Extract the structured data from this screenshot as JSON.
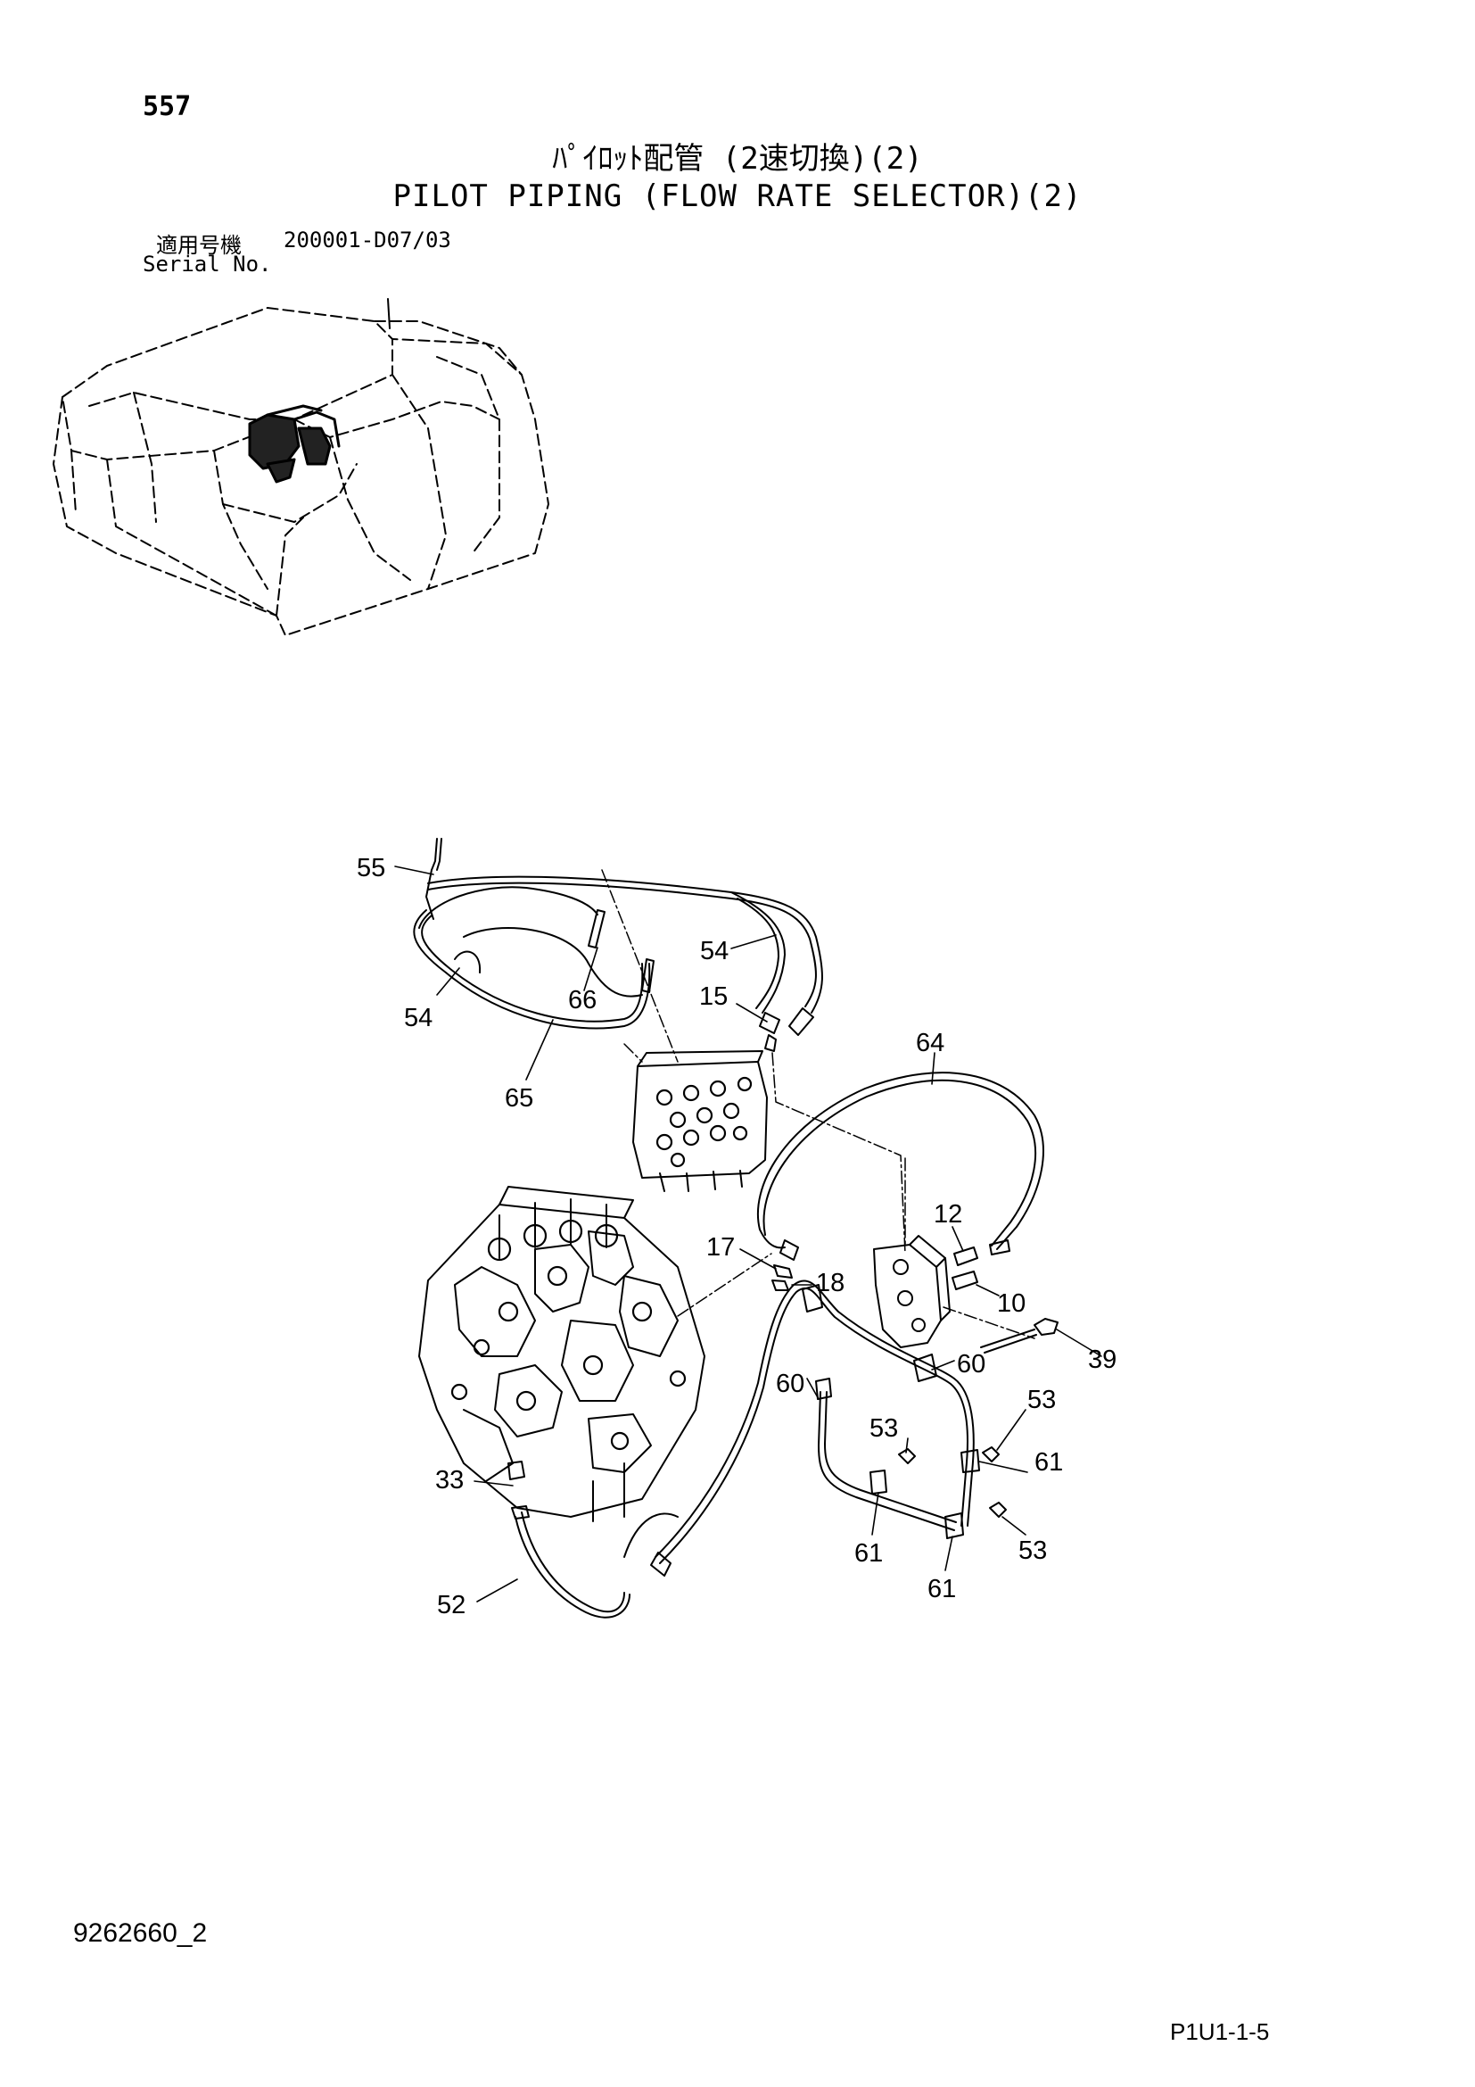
{
  "header": {
    "page_number": "557",
    "title_jp": "ﾊﾟｲﾛｯﾄ配管 (2速切換)(2)",
    "title_en": "PILOT PIPING (FLOW RATE SELECTOR)(2)",
    "serial_label_jp": "適用号機",
    "serial_label_en": "Serial No.",
    "serial_value": "200001-D07/03"
  },
  "callouts": {
    "c55": "55",
    "c54a": "54",
    "c54b": "54",
    "c66": "66",
    "c15": "15",
    "c65": "65",
    "c64": "64",
    "c12": "12",
    "c17": "17",
    "c18": "18",
    "c10": "10",
    "c39": "39",
    "c60a": "60",
    "c60b": "60",
    "c53a": "53",
    "c53b": "53",
    "c53c": "53",
    "c61a": "61",
    "c61b": "61",
    "c61c": "61",
    "c33": "33",
    "c52": "52"
  },
  "footer": {
    "doc_number": "9262660_2",
    "page_ref": "P1U1-1-5"
  }
}
